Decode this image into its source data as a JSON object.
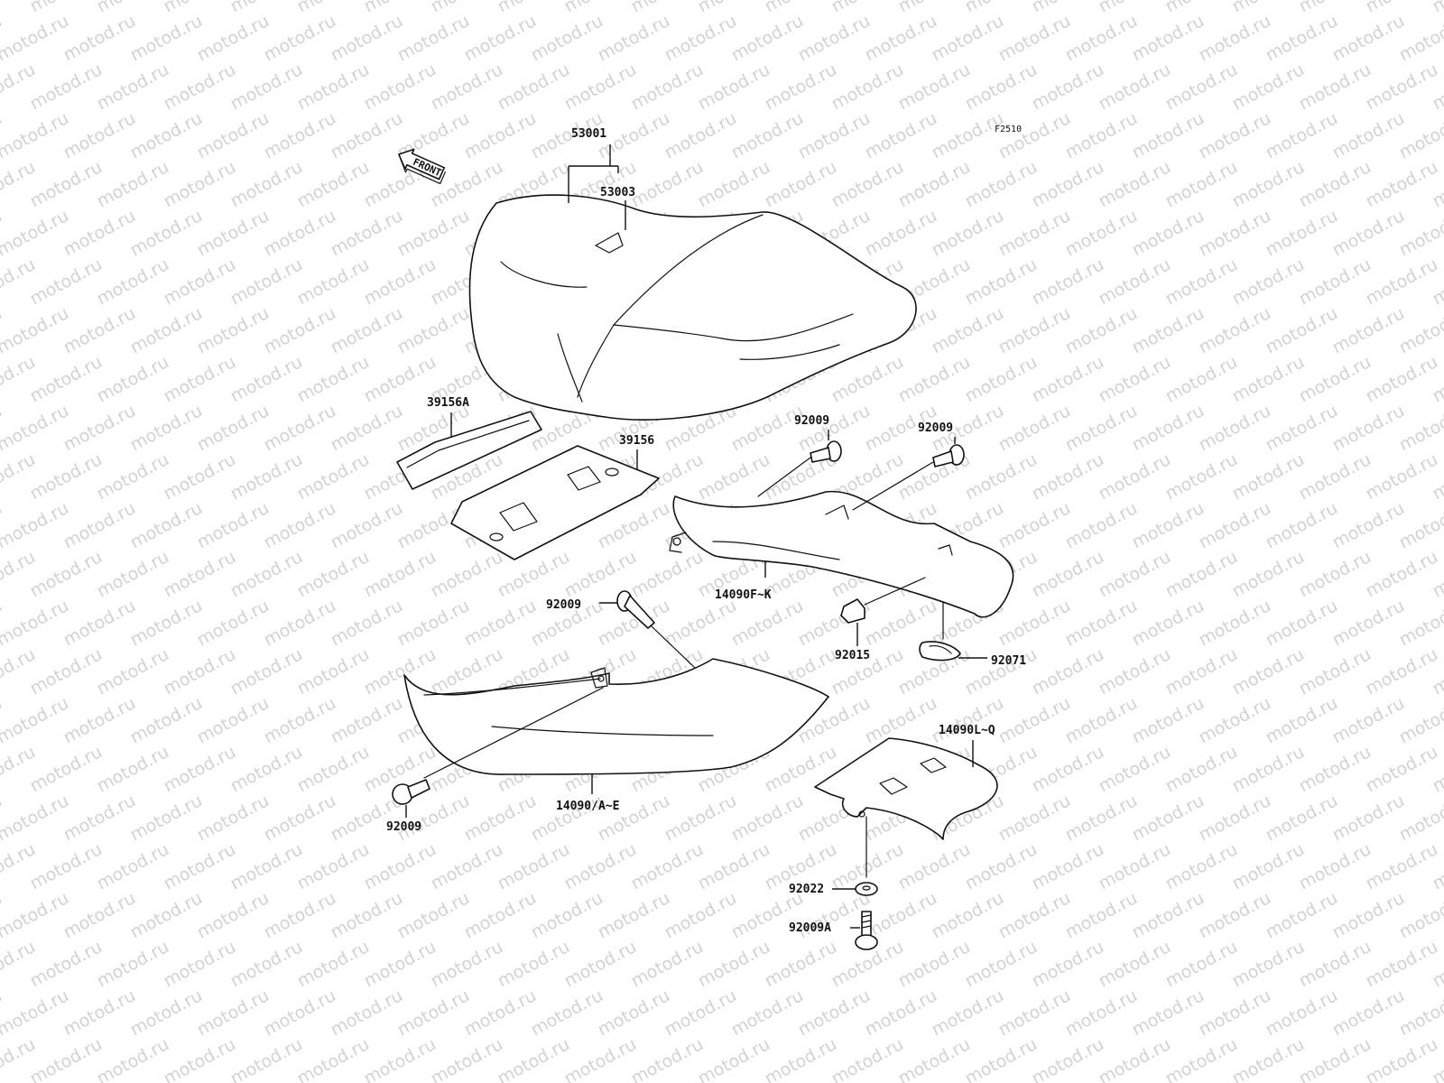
{
  "diagram_code": "F2510",
  "front_arrow_text": "FRONT",
  "watermark_text": "motod.ru",
  "colors": {
    "line": "#111111",
    "watermark": "#d2d2d2",
    "background": "#ffffff"
  },
  "callouts": {
    "seat": "53001",
    "seat_strap": "53003",
    "pad_upper": "39156A",
    "pad_lower": "39156",
    "bolt_rh_1": "92009",
    "bolt_rh_2": "92009",
    "cover_rh": "14090F~K",
    "bolt_lh_top": "92009",
    "nut": "92015",
    "grommet": "92071",
    "cover_lh": "14090/A~E",
    "bolt_lh_bottom": "92009",
    "cover_rear": "14090L~Q",
    "washer": "92022",
    "bolt_rear": "92009A"
  }
}
